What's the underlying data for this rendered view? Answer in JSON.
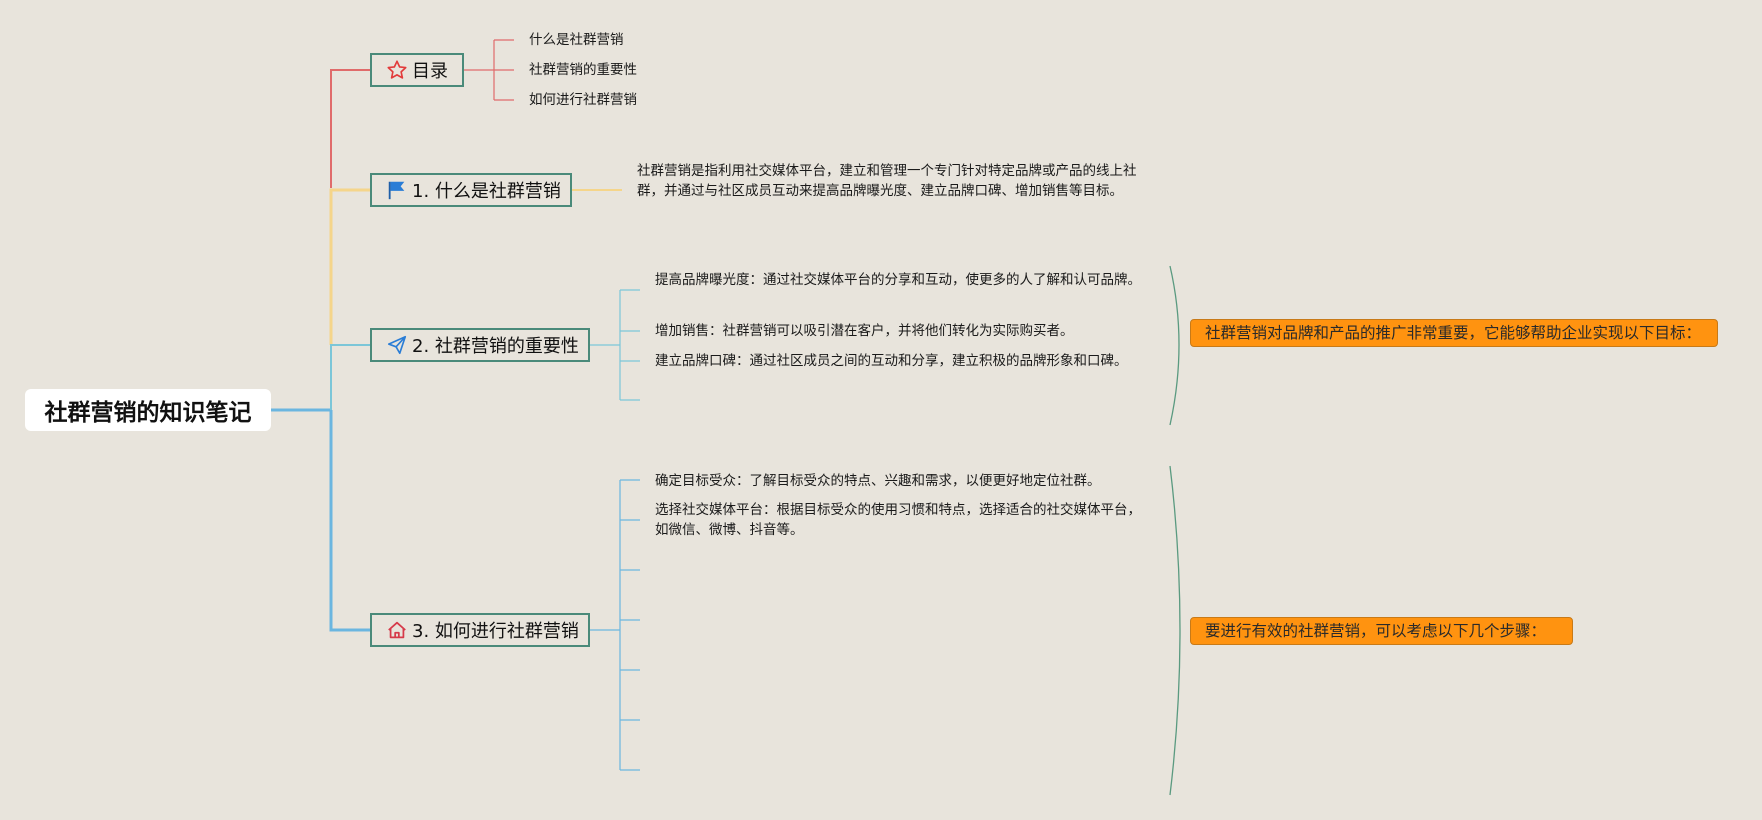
{
  "root": {
    "title": "社群营销的知识笔记"
  },
  "topics": [
    {
      "label": "目录",
      "icon": "star-icon",
      "color": "#e06b6b",
      "children": [
        "什么是社群营销",
        "社群营销的重要性",
        "如何进行社群营销"
      ]
    },
    {
      "label": "1. 什么是社群营销",
      "icon": "flag-icon",
      "color": "#f5d58a",
      "description": "社群营销是指利用社交媒体平台，建立和管理一个专门针对特定品牌或产品的线上社群，并通过与社区成员互动来提高品牌曝光度、建立品牌口碑、增加销售等目标。"
    },
    {
      "label": "2. 社群营销的重要性",
      "icon": "paper-plane-icon",
      "color": "#7cc6d8",
      "children": [
        "提高品牌曝光度：通过社交媒体平台的分享和互动，使更多的人了解和认可品牌。",
        "增加销售：社群营销可以吸引潜在客户，并将他们转化为实际购买者。",
        "建立品牌口碑：通过社区成员之间的互动和分享，建立积极的品牌形象和口碑。"
      ],
      "summary": "社群营销对品牌和产品的推广非常重要，它能够帮助企业实现以下目标："
    },
    {
      "label": "3. 如何进行社群营销",
      "icon": "home-icon",
      "color": "#6bb6e0",
      "children": [
        "确定目标受众：了解目标受众的特点、兴趣和需求，以便更好地定位社群。",
        "选择社交媒体平台：根据目标受众的使用习惯和特点，选择适合的社交媒体平台，如微信、微博、抖音等。"
      ],
      "summary": "要进行有效的社群营销，可以考虑以下几个步骤："
    }
  ],
  "colors": {
    "background": "#e8e4dc",
    "topic_border": "#4a8a7a",
    "callout_fill": "#ff9310",
    "bracket": "#5a9a80"
  }
}
